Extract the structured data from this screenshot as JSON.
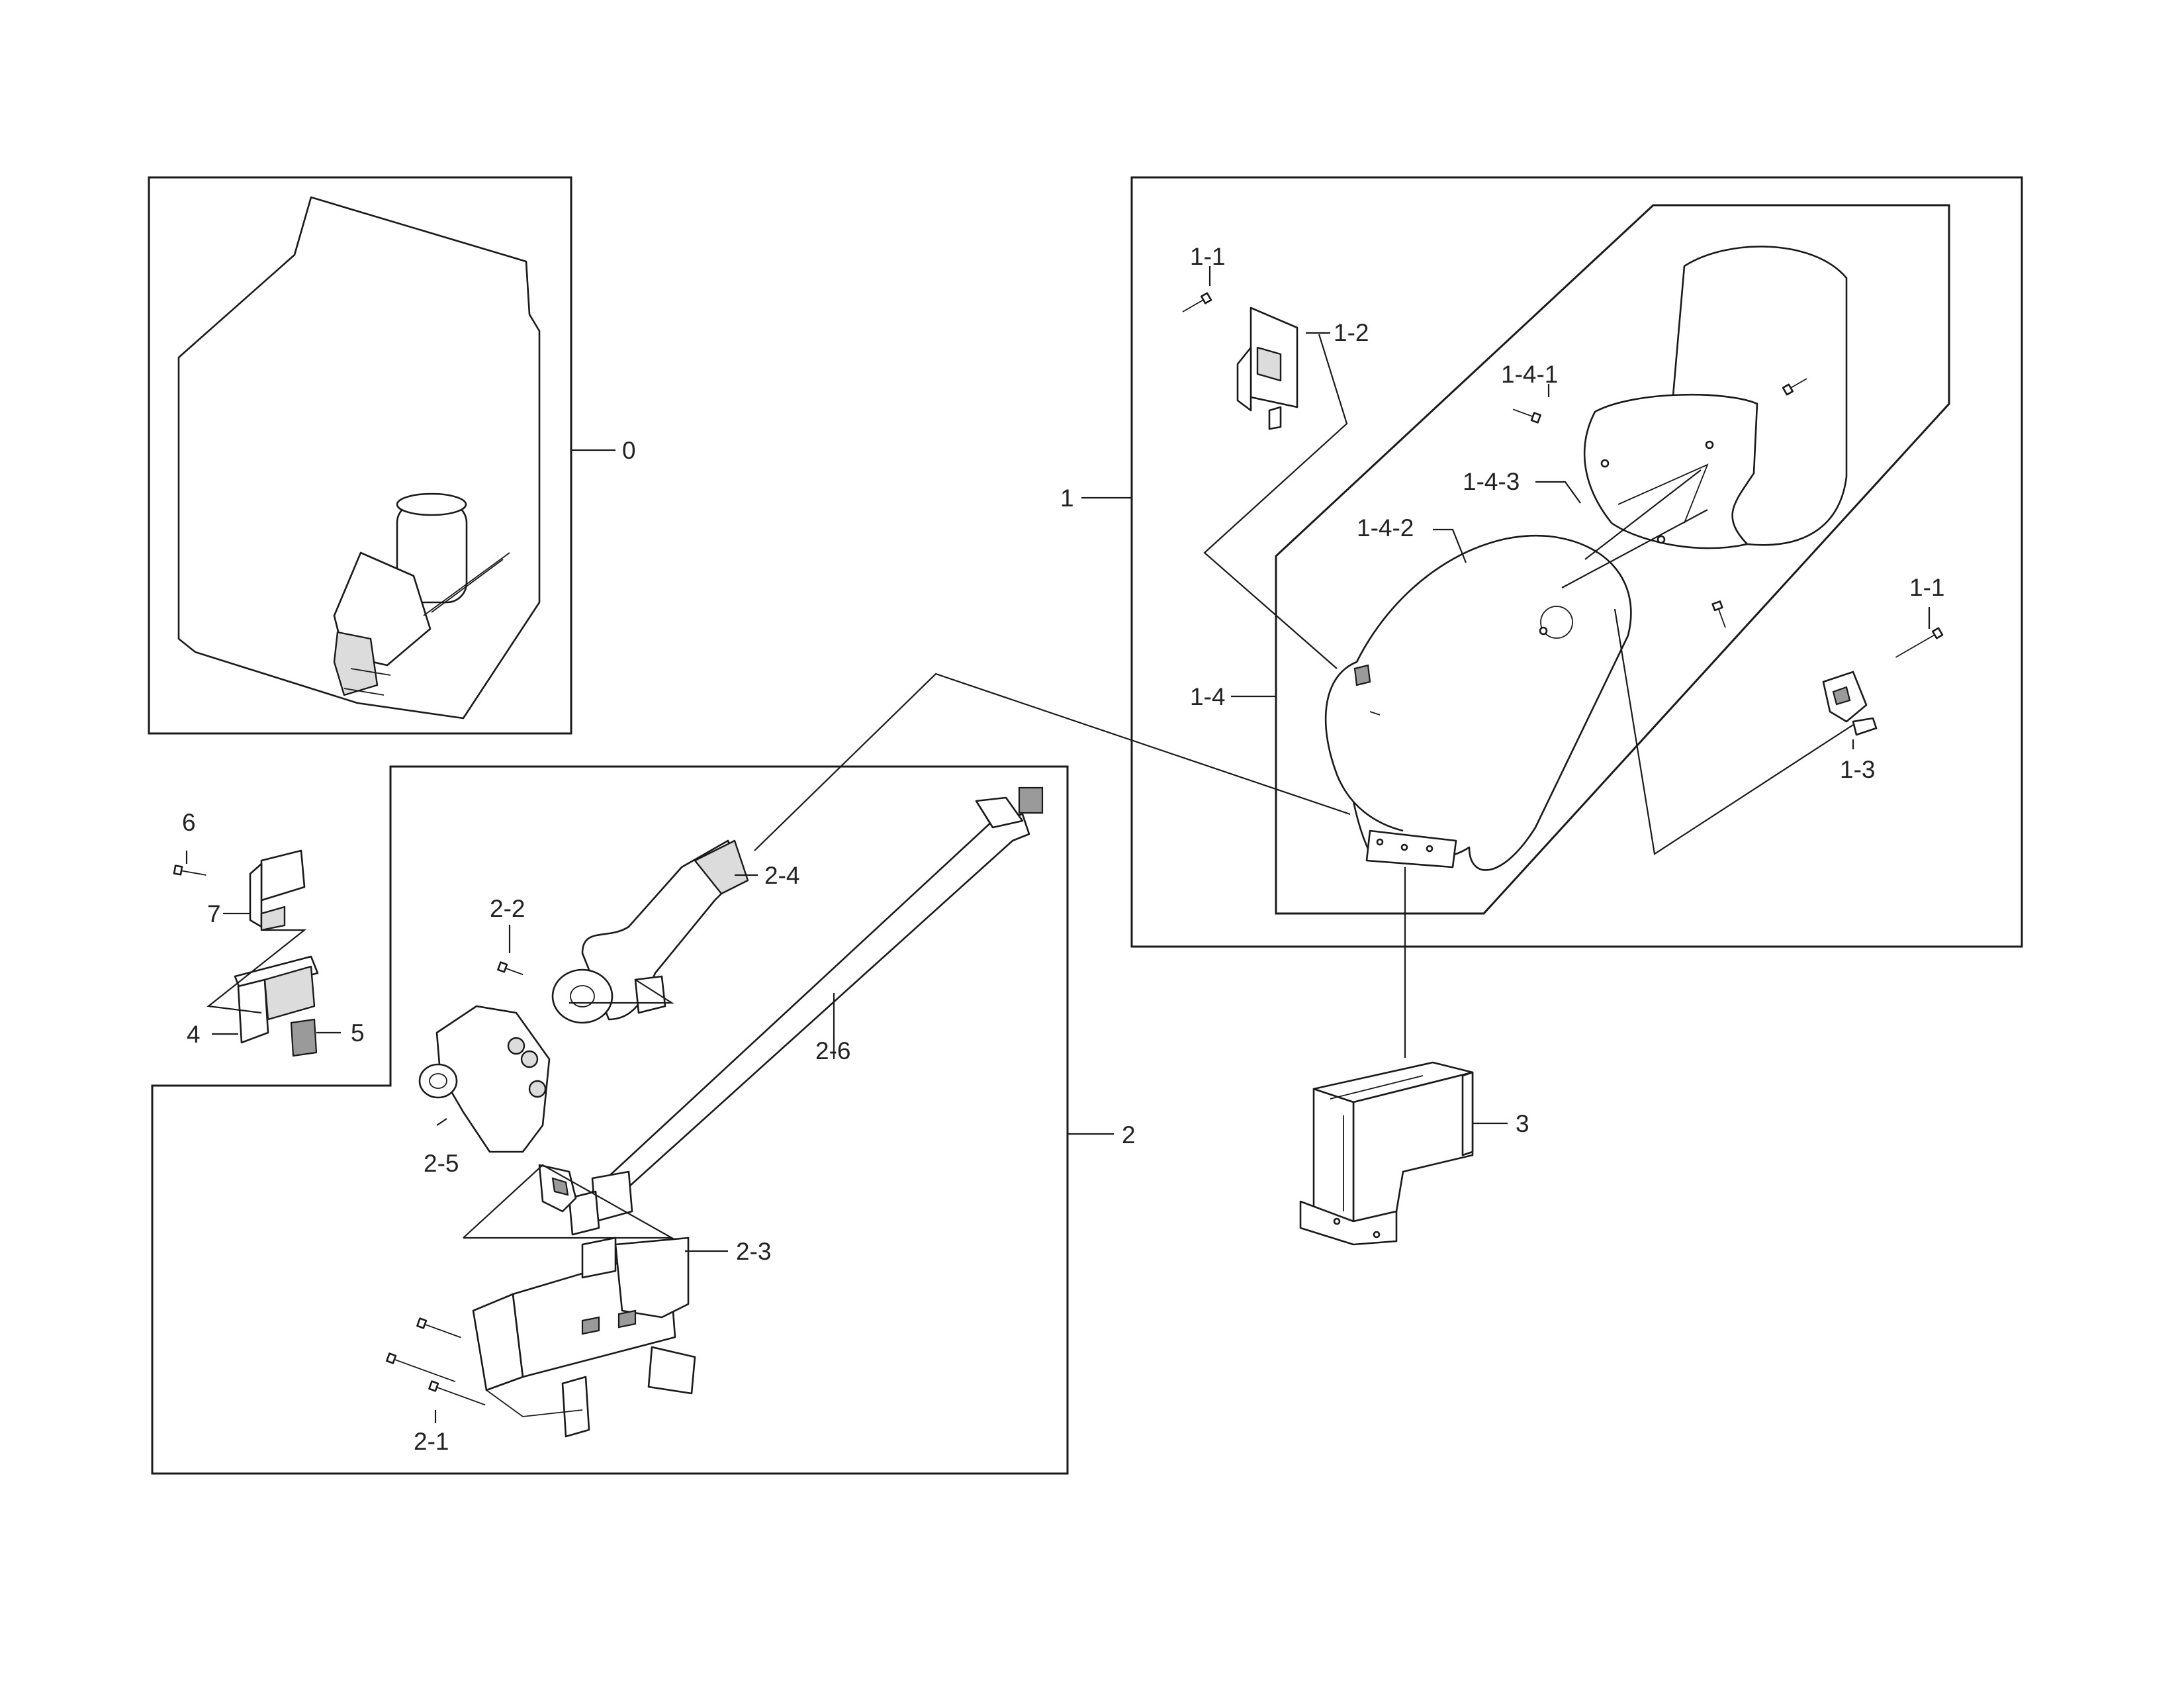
{
  "labels": {
    "l0": "0",
    "l1": "1",
    "l1_1a": "1-1",
    "l1_1b": "1-1",
    "l1_2": "1-2",
    "l1_3": "1-3",
    "l1_4": "1-4",
    "l1_4_1": "1-4-1",
    "l1_4_2": "1-4-2",
    "l1_4_3": "1-4-3",
    "l2": "2",
    "l2_1": "2-1",
    "l2_2": "2-2",
    "l2_3": "2-3",
    "l2_4": "2-4",
    "l2_5": "2-5",
    "l2_6": "2-6",
    "l3": "3",
    "l4": "4",
    "l5": "5",
    "l6": "6",
    "l7": "7"
  },
  "icons": {
    "screw": "screw-icon",
    "valve": "gas-valve-icon",
    "burner": "burner-icon",
    "bracket": "bracket-icon"
  }
}
